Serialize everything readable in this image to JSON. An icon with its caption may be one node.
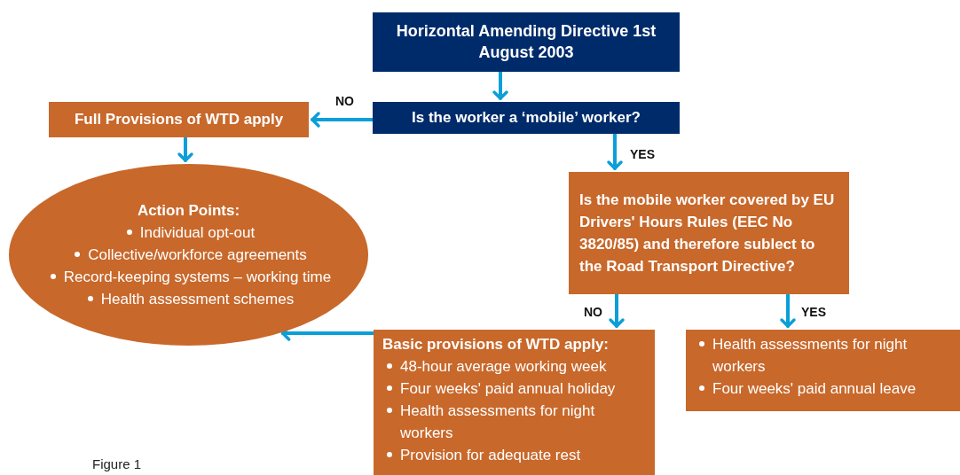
{
  "diagram": {
    "caption": "Figure 1",
    "nodes": [
      {
        "text": [
          "Horizontal Amending Directive 1st August 2003"
        ]
      },
      {
        "text": [
          "Is the worker a ‘mobile’ worker?"
        ]
      },
      {
        "text": [
          "Full Provisions of WTD apply"
        ]
      },
      {
        "text": [
          "Is the mobile worker covered by EU Drivers' Hours Rules (EEC No 3820/85) and therefore sublect to the Road Transport Directive?"
        ]
      },
      {
        "text": [
          "Action Points:",
          "Individual opt-out",
          "Collective/workforce agreements",
          "Record-keeping systems – working time",
          "Health assessment schemes"
        ]
      },
      {
        "text": [
          "Basic provisions of WTD apply:",
          "48-hour average working week",
          "Four weeks' paid annual holiday",
          "Health assessments for night workers",
          "Provision for adequate rest"
        ]
      },
      {
        "text": [
          "Health assessments for night workers",
          "Four weeks' paid annual leave"
        ]
      }
    ],
    "edges": [
      {
        "from": 0,
        "to": 1,
        "arrow": "to"
      },
      {
        "from": 1,
        "to": 2,
        "arrow": "to",
        "label": "NO"
      },
      {
        "from": 1,
        "to": 3,
        "arrow": "to",
        "label": "YES"
      },
      {
        "from": 2,
        "to": 4,
        "arrow": "to"
      },
      {
        "from": 3,
        "to": 5,
        "arrow": "to",
        "label": "NO"
      },
      {
        "from": 3,
        "to": 6,
        "arrow": "to",
        "label": "YES"
      },
      {
        "from": 5,
        "to": 4,
        "arrow": "to"
      }
    ]
  }
}
